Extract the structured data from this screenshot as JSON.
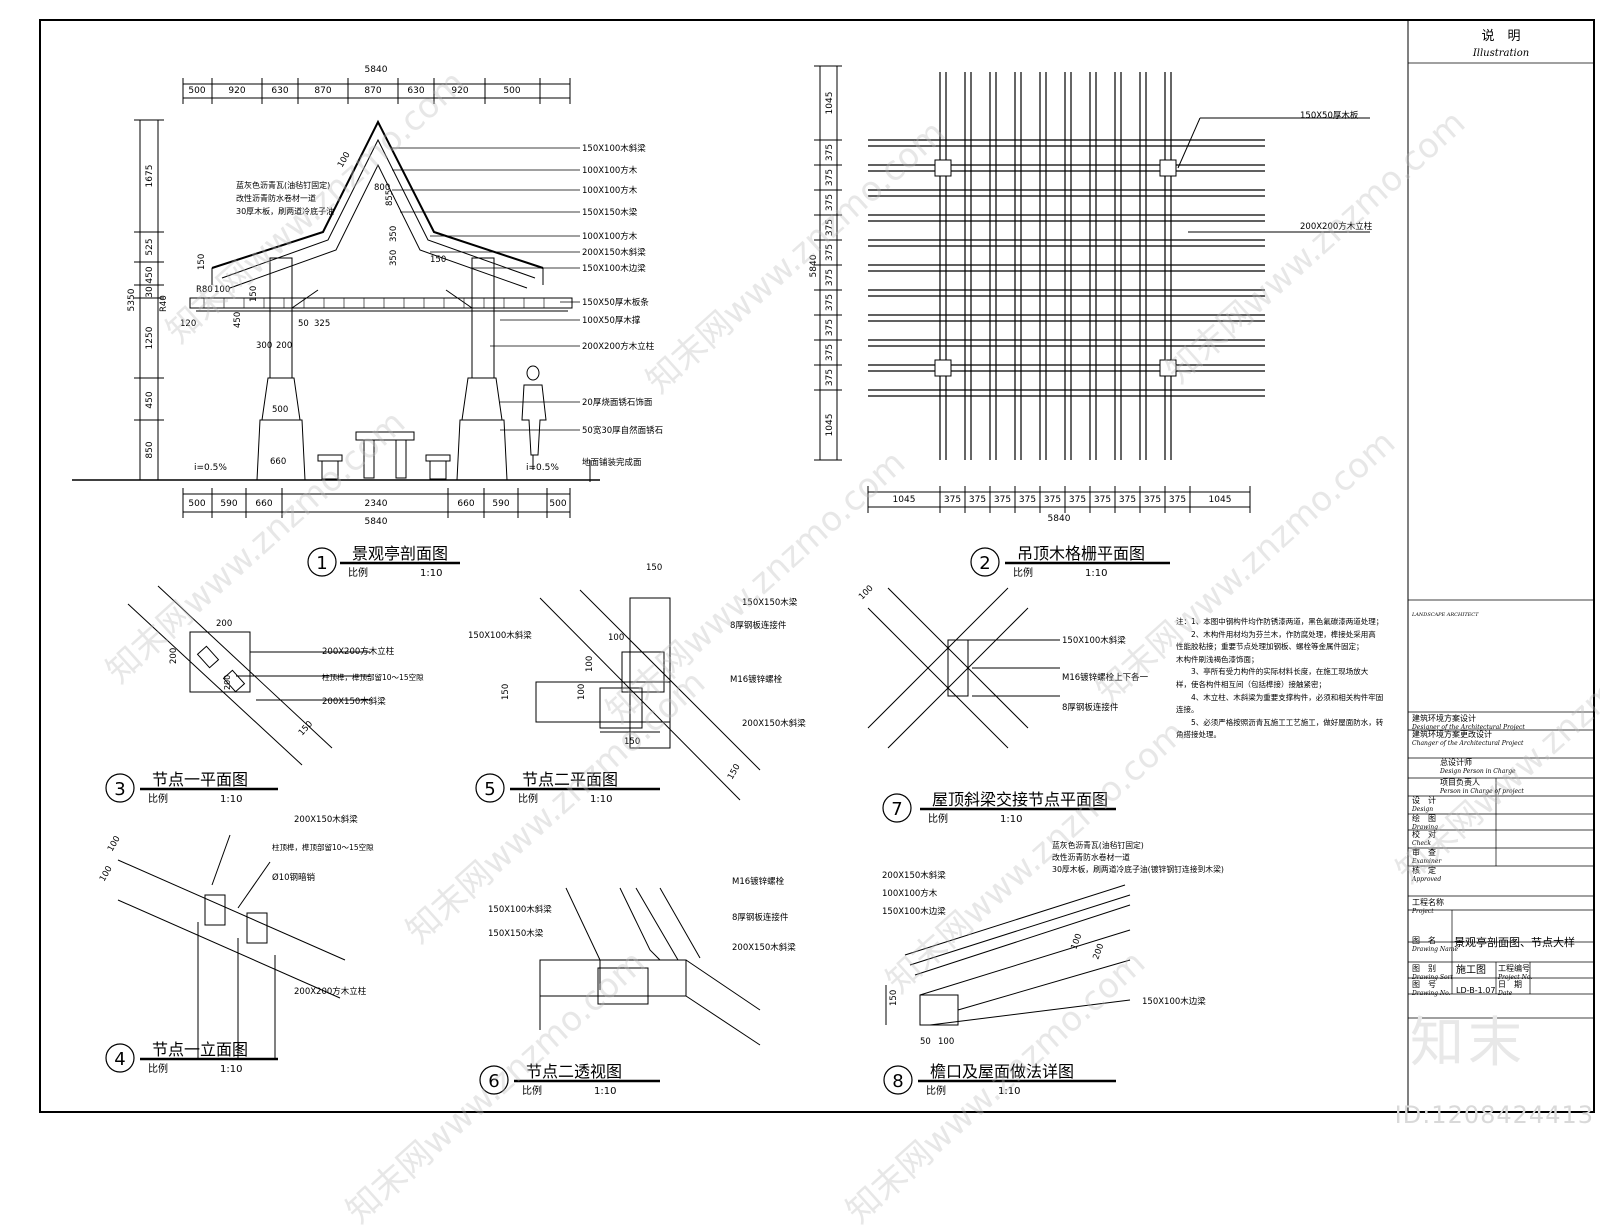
{
  "sheet": {
    "title_block": {
      "header_cn": "说　明",
      "header_en": "Illustration",
      "landscape_label": "LANDSCAPE ARCHITECT",
      "rows": [
        {
          "cn": "建筑环境方案设计",
          "en": "Designer of the Architectural Project"
        },
        {
          "cn": "建筑环境方案更改设计",
          "en": "Changer of the Architectural Project"
        },
        {
          "cn": "总设计师",
          "en": "Design Person in Charge"
        },
        {
          "cn": "项目负责人",
          "en": "Person in Charge of project"
        },
        {
          "cn": "设　计",
          "en": "Design"
        },
        {
          "cn": "绘　图",
          "en": "Drawing"
        },
        {
          "cn": "校　对",
          "en": "Check"
        },
        {
          "cn": "审　查",
          "en": "Examiner"
        },
        {
          "cn": "核　定",
          "en": "Approved"
        }
      ],
      "project_label": {
        "cn": "工程名称",
        "en": "Project"
      },
      "drawing_name_label": {
        "cn": "图　名",
        "en": "Drawing Name"
      },
      "drawing_name": "景观亭剖面图、节点大样",
      "sort_label": {
        "cn": "图　别",
        "en": "Drawing Sort"
      },
      "sort_value": "施工图",
      "project_no_label": {
        "cn": "工程编号",
        "en": "Project No."
      },
      "drawing_no_label": {
        "cn": "图　号",
        "en": "Drawing No."
      },
      "drawing_no": "LD-B-1.07",
      "date_label": {
        "cn": "日　期",
        "en": "Date"
      }
    },
    "notes": [
      "注：1、本图中钢构件均作防锈漆两道，黑色氟碳漆两道处理；",
      "　　2、木构件用材均为芬兰木，作防腐处理，榫接处采用高",
      "性能胶粘接；重要节点处理加钢板、螺栓等金属件固定；",
      "木构件刷浅褐色漆饰面；",
      "　　3、亭所有受力构件的实际材料长度，在施工现场放大",
      "样，使各构件相互间（包括榫接）接触紧密；",
      "　　4、木立柱、木斜梁为重要支撑构件，必须和相关构件牢固",
      "连接。",
      "　　5、必须严格按照沥青瓦施工工艺施工，做好屋面防水，转",
      "角搭接处理。"
    ],
    "views": [
      {
        "num": "1",
        "title": "景观亭剖面图",
        "scale_label": "比例",
        "scale": "1:10"
      },
      {
        "num": "2",
        "title": "吊顶木格栅平面图",
        "scale_label": "比例",
        "scale": "1:10"
      },
      {
        "num": "3",
        "title": "节点一平面图",
        "scale_label": "比例",
        "scale": "1:10"
      },
      {
        "num": "4",
        "title": "节点一立面图",
        "scale_label": "比例",
        "scale": "1:10"
      },
      {
        "num": "5",
        "title": "节点二平面图",
        "scale_label": "比例",
        "scale": "1:10"
      },
      {
        "num": "6",
        "title": "节点二透视图",
        "scale_label": "比例",
        "scale": "1:10"
      },
      {
        "num": "7",
        "title": "屋顶斜梁交接节点平面图",
        "scale_label": "比例",
        "scale": "1:10"
      },
      {
        "num": "8",
        "title": "檐口及屋面做法详图",
        "scale_label": "比例",
        "scale": "1:10"
      }
    ],
    "v1": {
      "top_total": "5840",
      "top_dims": [
        "500",
        "920",
        "630",
        "870",
        "870",
        "630",
        "920",
        "500"
      ],
      "bottom_dims": [
        "500",
        "590",
        "660",
        "2340",
        "660",
        "590",
        "500"
      ],
      "bottom_total": "5840",
      "left_dims": [
        "1675",
        "525",
        "450",
        "30",
        "1250",
        "450",
        "850"
      ],
      "left_total": "5350",
      "slope_left": "i=0.5%",
      "slope_right": "i=0.5%",
      "labels": [
        "150X100木斜梁",
        "100X100方木",
        "100X100方木",
        "150X150木梁",
        "100X100方木",
        "200X150木斜梁",
        "150X100木边梁",
        "150X50厚木板条",
        "100X50厚木撑",
        "200X200方木立柱",
        "20厚烧面锈石饰面",
        "50宽30厚自然面锈石",
        "地面铺装完成面"
      ],
      "roof_notes": [
        "蓝灰色沥青瓦(油毡钉固定)",
        "改性沥青防水卷材一道",
        "30厚木板，刷两道冷底子油"
      ],
      "inner_dims": [
        "100",
        "800",
        "855",
        "350",
        "350",
        "150",
        "150",
        "100",
        "R80",
        "R40",
        "120",
        "450",
        "300",
        "200",
        "50",
        "325",
        "500",
        "660",
        "150"
      ]
    },
    "v2": {
      "top_dim": "1045",
      "left_total": "5840",
      "left_dims": [
        "1045",
        "375",
        "375",
        "375",
        "375",
        "375",
        "375",
        "375",
        "375",
        "375",
        "375",
        "1045"
      ],
      "bottom_dims": [
        "1045",
        "375",
        "375",
        "375",
        "375",
        "375",
        "375",
        "375",
        "375",
        "375",
        "375",
        "1045"
      ],
      "bottom_total": "5840",
      "labels": [
        "150X50厚木板",
        "200X200方木立柱"
      ]
    },
    "v3": {
      "labels": [
        "200X200方木立柱",
        "柱顶榫，榫顶部留10～15空隙",
        "200X150木斜梁"
      ],
      "dims": [
        "200",
        "200",
        "150",
        "200"
      ]
    },
    "v4": {
      "labels": [
        "200X150木斜梁",
        "柱顶榫，榫顶部留10～15空隙",
        "Ø10钢暗销",
        "200X200方木立柱"
      ],
      "dims": [
        "100",
        "100"
      ]
    },
    "v5": {
      "labels": [
        "150X150木梁",
        "8厚钢板连接件",
        "150X100木斜梁",
        "M16镀锌螺栓",
        "200X150木斜梁"
      ],
      "dims": [
        "150",
        "100",
        "100",
        "150",
        "100",
        "150",
        "150"
      ]
    },
    "v6": {
      "labels": [
        "M16镀锌螺栓",
        "150X100木斜梁",
        "8厚钢板连接件",
        "150X150木梁",
        "200X150木斜梁"
      ]
    },
    "v7": {
      "labels": [
        "150X100木斜梁",
        "M16镀锌螺栓上下各一",
        "8厚钢板连接件"
      ],
      "dims": [
        "100"
      ]
    },
    "v8": {
      "notes": [
        "蓝灰色沥青瓦(油毡钉固定)",
        "改性沥青防水卷材一道",
        "30厚木板，刷两道冷底子油(镀锌钢钉连接到木梁)"
      ],
      "labels": [
        "200X150木斜梁",
        "100X100方木",
        "150X100木边梁",
        "150X100木边梁"
      ],
      "dims": [
        "100",
        "200",
        "150",
        "50",
        "100"
      ]
    },
    "watermarks": [
      "知末网www.znzmo.com"
    ],
    "brand": "知末",
    "id_tag": "ID:1208424413"
  }
}
